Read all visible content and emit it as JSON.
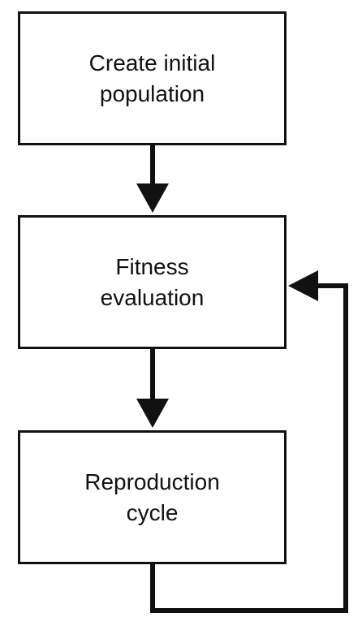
{
  "diagram": {
    "type": "flowchart",
    "nodes": [
      {
        "id": "create",
        "line1": "Create initial",
        "line2": "population"
      },
      {
        "id": "fitness",
        "line1": "Fitness",
        "line2": "evaluation"
      },
      {
        "id": "repro",
        "line1": "Reproduction",
        "line2": "cycle"
      }
    ],
    "edges": [
      {
        "from": "create",
        "to": "fitness"
      },
      {
        "from": "fitness",
        "to": "repro"
      },
      {
        "from": "repro",
        "to": "fitness"
      }
    ],
    "colors": {
      "stroke": "#111111",
      "background": "#ffffff",
      "text": "#111111"
    }
  }
}
